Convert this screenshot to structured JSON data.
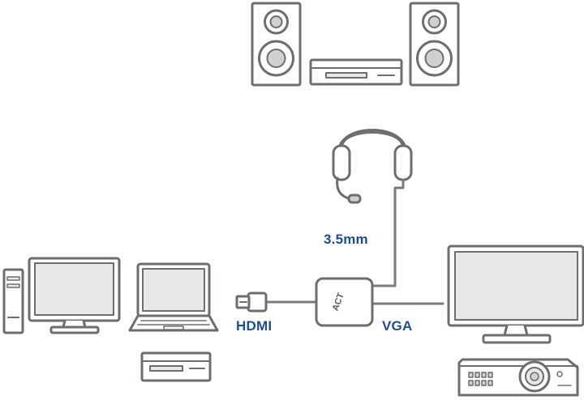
{
  "labels": {
    "audio": "3.5mm",
    "hdmi": "HDMI",
    "vga": "VGA",
    "logo": "ACT"
  },
  "colors": {
    "label": "#1f4e8c",
    "outline": "#6d6e70",
    "fill": "#ffffff",
    "screen": "#e7e8e9",
    "cable": "#7a7b7d",
    "adapter": "#ffffff"
  }
}
